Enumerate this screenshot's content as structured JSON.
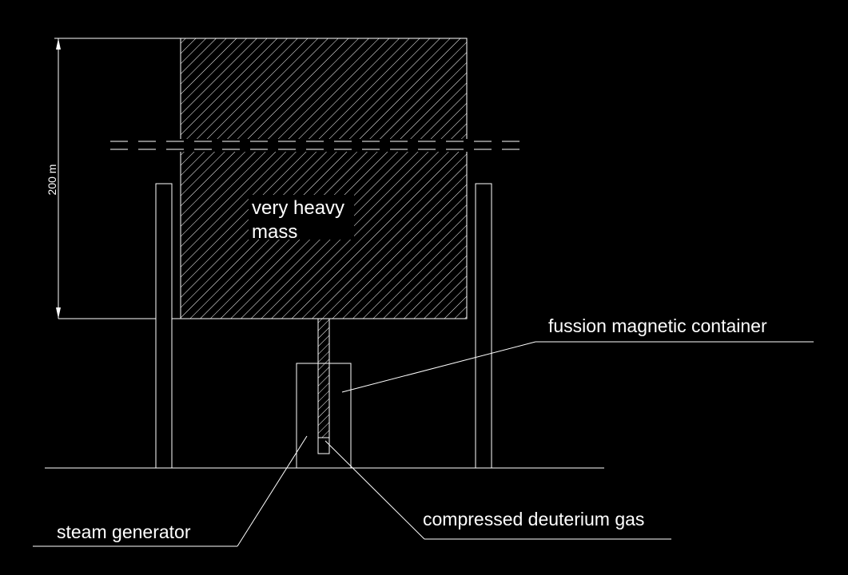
{
  "diagram": {
    "dimension": {
      "label": "200 m"
    },
    "mass": {
      "label_line1": "very heavy",
      "label_line2": "mass"
    },
    "callouts": {
      "container": "fussion magnetic container",
      "gas": "compressed deuterium gas",
      "steam": "steam generator"
    },
    "colors": {
      "background": "#000000",
      "lines": "#ffffff",
      "label_background": "#000000"
    }
  }
}
